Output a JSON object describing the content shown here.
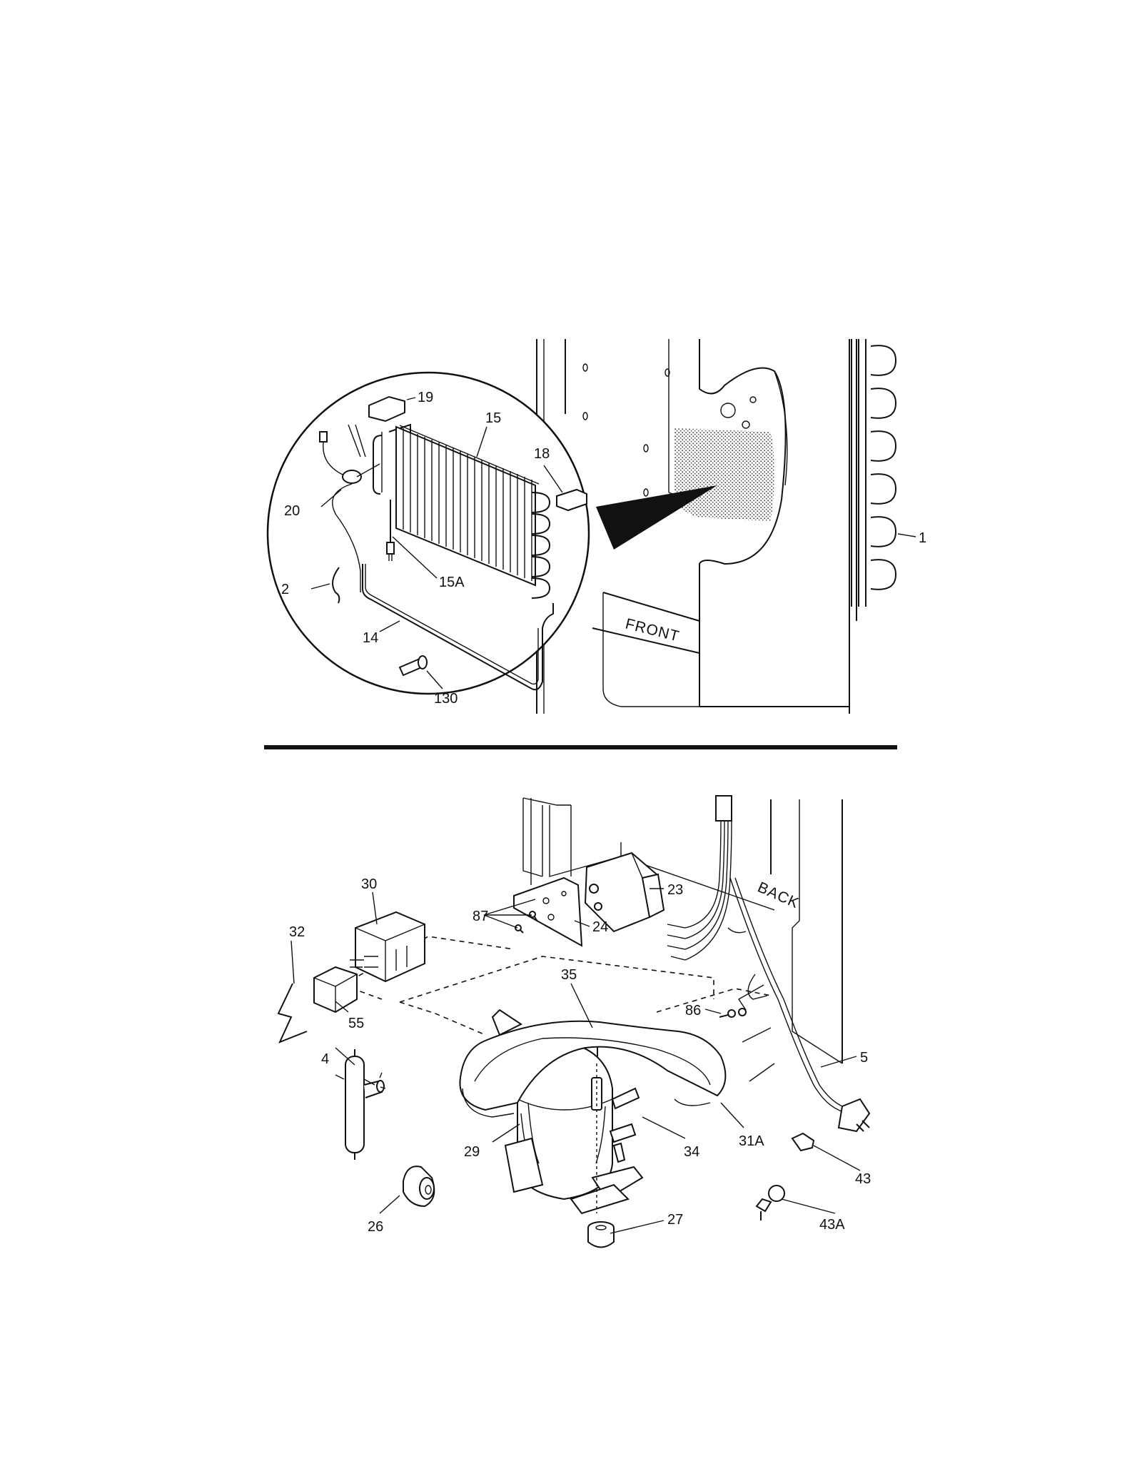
{
  "panels": {
    "top": {
      "labels": {
        "p1": "1",
        "p2": "2",
        "p14": "14",
        "p15": "15",
        "p15a": "15A",
        "p18": "18",
        "p19": "19",
        "p20": "20",
        "p130": "130"
      },
      "cabinet_text": "FRONT"
    },
    "bottom": {
      "labels": {
        "p4": "4",
        "p5": "5",
        "p23": "23",
        "p24": "24",
        "p26": "26",
        "p27": "27",
        "p29": "29",
        "p30": "30",
        "p31a": "31A",
        "p32": "32",
        "p34": "34",
        "p35": "35",
        "p43": "43",
        "p43a": "43A",
        "p55": "55",
        "p86": "86",
        "p87": "87"
      },
      "cabinet_text": "BACK"
    }
  },
  "icons": [
    "evaporator-coil-icon",
    "compressor-icon",
    "power-cord-plug-icon",
    "condenser-coil-icon"
  ]
}
